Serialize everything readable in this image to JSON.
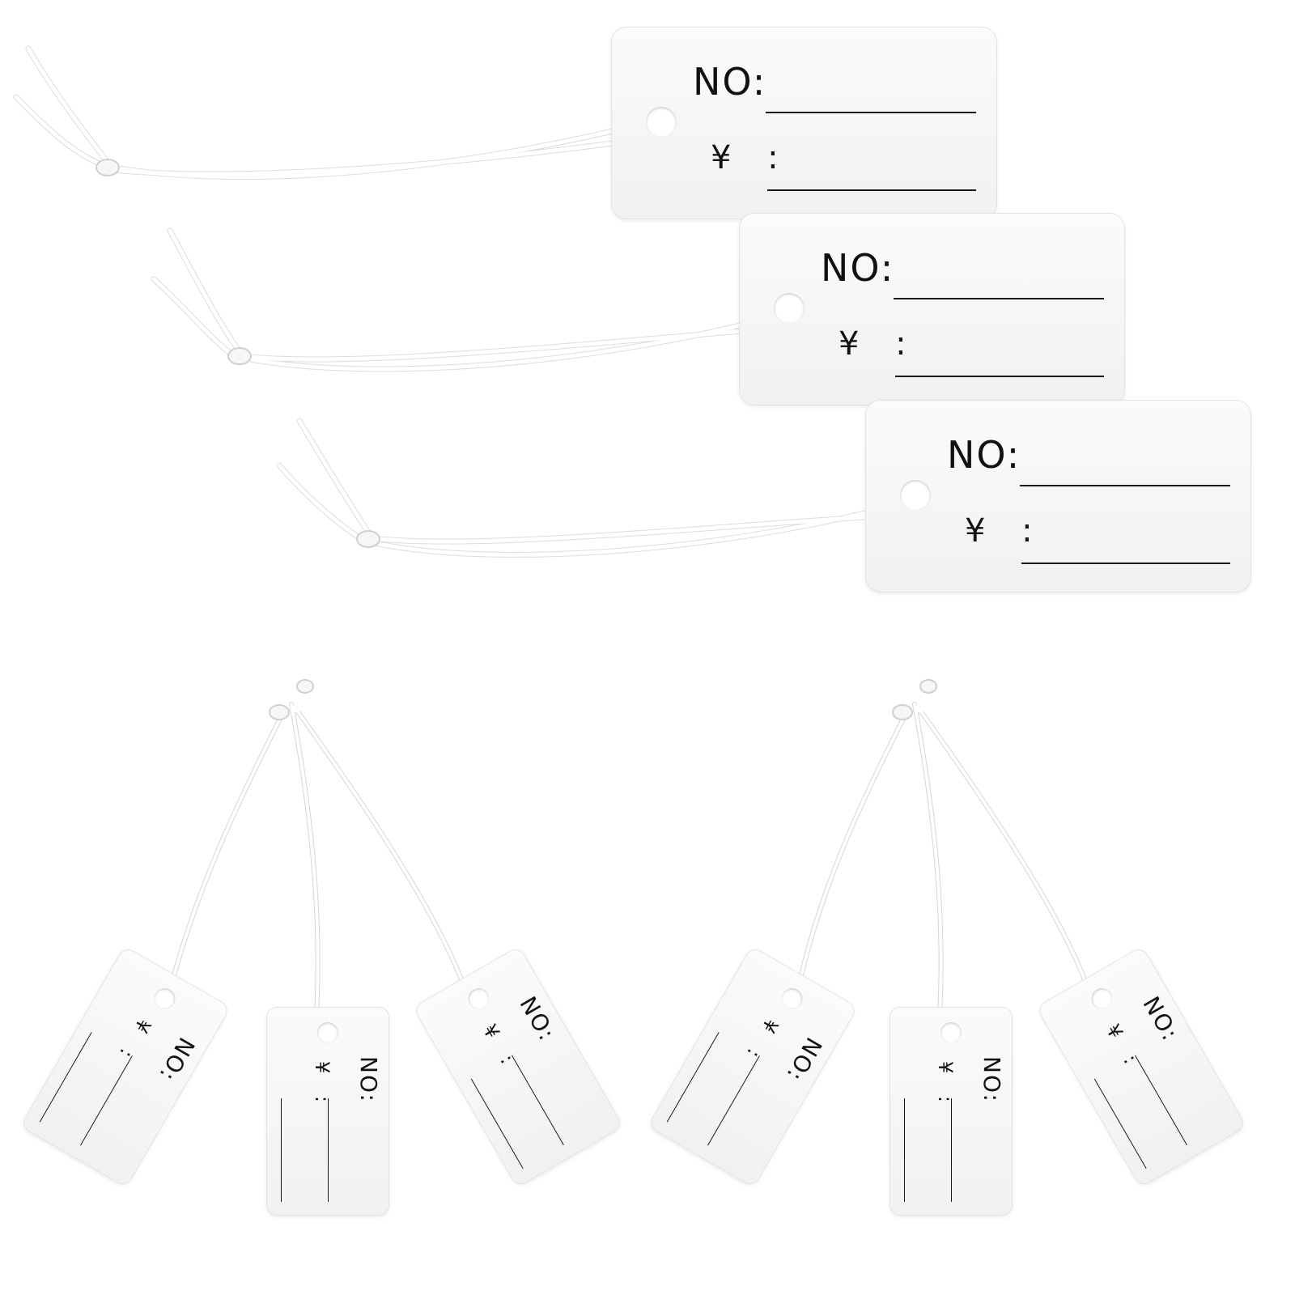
{
  "tag": {
    "no_label": "NO:",
    "yen_label": "¥ :"
  },
  "colors": {
    "background": "#ffffff",
    "tag": "#f4f4f4",
    "string": "#ffffff",
    "ink": "#111111"
  },
  "groups": [
    {
      "name": "stacked-tags",
      "count": 3
    },
    {
      "name": "bundle-left",
      "count": 3
    },
    {
      "name": "bundle-right",
      "count": 3
    }
  ]
}
